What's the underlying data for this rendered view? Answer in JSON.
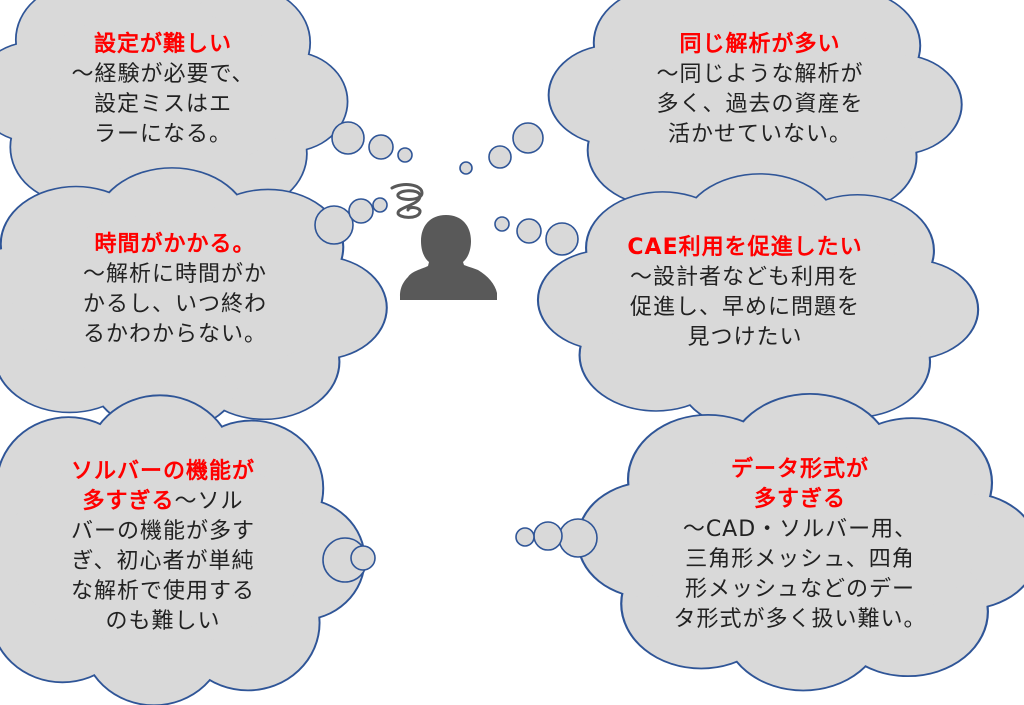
{
  "colors": {
    "cloud_fill": "#d9d9d9",
    "cloud_stroke": "#2f5597",
    "title_red": "#ff0000",
    "person": "#595959"
  },
  "icons": {
    "person": "person-silhouette-icon",
    "confusion": "swirl-confusion-icon"
  },
  "clouds": [
    {
      "id": "settings-difficult",
      "title": "設定が難しい",
      "lines": [
        "～経験が必要で、",
        "設定ミスはエ",
        "ラーになる。"
      ]
    },
    {
      "id": "same-analysis",
      "title": "同じ解析が多い",
      "lines": [
        "～同じような解析が",
        "多く、過去の資産を",
        "活かせていない。"
      ]
    },
    {
      "id": "time-consuming",
      "title": "時間がかかる。",
      "lines": [
        "～解析に時間がか",
        "かるし、いつ終わ",
        "るかわからない。"
      ]
    },
    {
      "id": "promote-cae",
      "title": "CAE利用を促進したい",
      "lines": [
        "～設計者なども利用を",
        "促進し、早めに問題を",
        "見つけたい"
      ]
    },
    {
      "id": "too-many-functions",
      "title_lines": [
        "ソルバーの機能が",
        "多すぎる"
      ],
      "title_tail": "～ソル",
      "lines": [
        "バーの機能が多す",
        "ぎ、初心者が単純",
        "な解析で使用する",
        "のも難しい"
      ]
    },
    {
      "id": "too-many-formats",
      "title_lines": [
        "データ形式が",
        "多すぎる"
      ],
      "lines": [
        "～CAD・ソルバー用、",
        "三角形メッシュ、四角",
        "形メッシュなどのデー",
        "タ形式が多く扱い難い。"
      ]
    }
  ]
}
